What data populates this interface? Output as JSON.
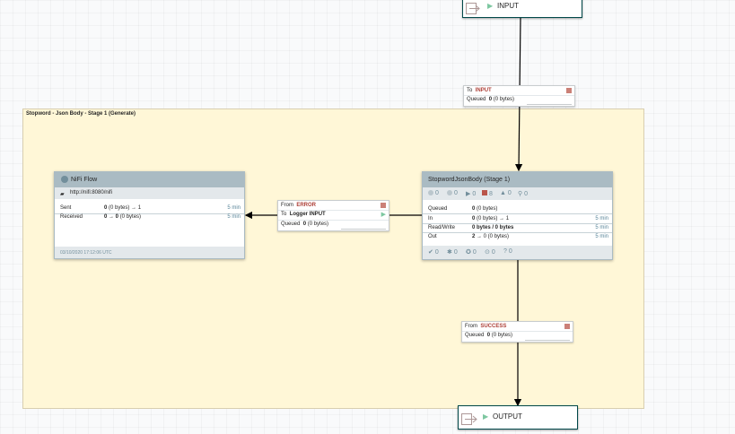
{
  "process_group": {
    "title": "Stopword - Json Body - Stage 1 (Generate)"
  },
  "input_port": {
    "name": "INPUT"
  },
  "output_port": {
    "name": "OUTPUT"
  },
  "conn_input": {
    "to_label": "To",
    "to_value": "INPUT",
    "queued_label": "Queued",
    "queued_value": "0",
    "queued_bytes": "(0 bytes)"
  },
  "conn_error": {
    "from_label": "From",
    "from_value": "ERROR",
    "to_label": "To",
    "to_value": "Logger INPUT",
    "queued_label": "Queued",
    "queued_value": "0",
    "queued_bytes": "(0 bytes)"
  },
  "conn_success": {
    "from_label": "From",
    "from_value": "SUCCESS",
    "queued_label": "Queued",
    "queued_value": "0",
    "queued_bytes": "(0 bytes)"
  },
  "rpg": {
    "title": "NiFi Flow",
    "url": "http://nifi:8080/nifi",
    "sent_label": "Sent",
    "sent_value": "0",
    "sent_rest": "(0 bytes) → 1",
    "sent_time": "5 min",
    "received_label": "Received",
    "received_value": "0 → 0",
    "received_rest": "(0 bytes)",
    "received_time": "5 min",
    "last_refreshed": "03/10/2020 17:12:06 UTC"
  },
  "processor": {
    "title": "StopwordJsonBody (Stage 1)",
    "top_counts": [
      "0",
      "0",
      "0",
      "8",
      "0",
      "0"
    ],
    "queued_label": "Queued",
    "queued_value": "0",
    "queued_rest": "(0 bytes)",
    "in_label": "In",
    "in_value": "0",
    "in_rest": "(0 bytes) → 1",
    "in_time": "5 min",
    "rw_label": "Read/Write",
    "rw_value": "0 bytes / 0 bytes",
    "rw_time": "5 min",
    "out_label": "Out",
    "out_value": "2",
    "out_rest": "→ 0 (0 bytes)",
    "out_time": "5 min",
    "bottom_counts": [
      "0",
      "0",
      "0",
      "0",
      "0"
    ]
  }
}
